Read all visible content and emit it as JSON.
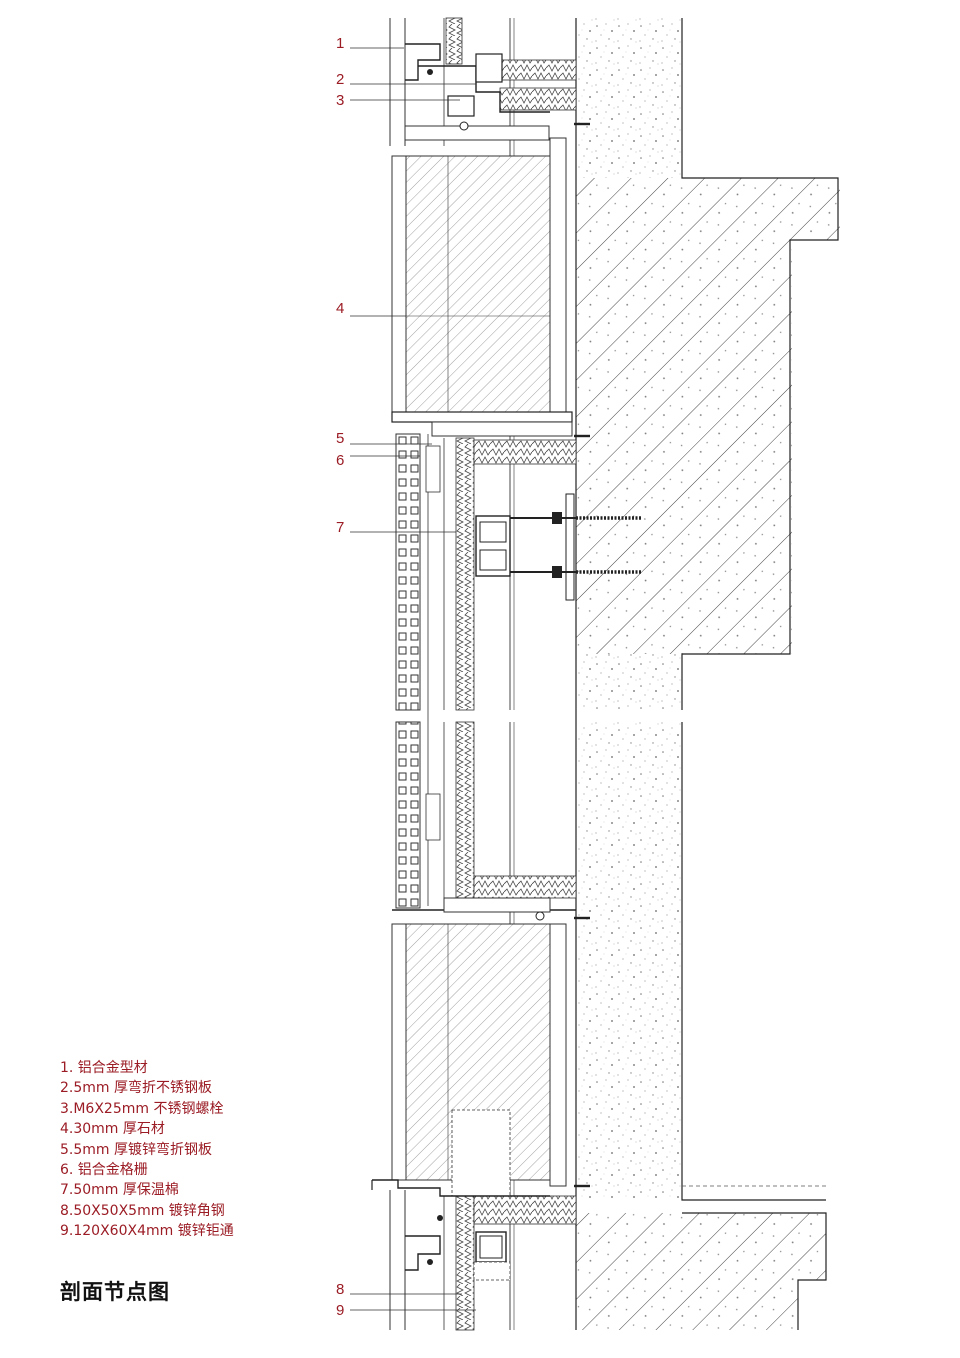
{
  "colors": {
    "accent": "#9b1c25",
    "line": "#333333",
    "text": "#111111"
  },
  "callouts": [
    {
      "label": "1"
    },
    {
      "label": "2"
    },
    {
      "label": "3"
    },
    {
      "label": "4"
    },
    {
      "label": "5"
    },
    {
      "label": "6"
    },
    {
      "label": "7"
    },
    {
      "label": "8"
    },
    {
      "label": "9"
    }
  ],
  "legend": [
    "1. 铝合金型材",
    "2.5mm 厚弯折不锈钢板",
    "3.M6X25mm 不锈钢螺栓",
    "4.30mm 厚石材",
    "5.5mm 厚镀锌弯折钢板",
    "6. 铝合金格栅",
    "7.50mm 厚保温棉",
    "8.50X50X5mm 镀锌角钢",
    "9.120X60X4mm 镀锌钜通"
  ],
  "title": "剖面节点图"
}
